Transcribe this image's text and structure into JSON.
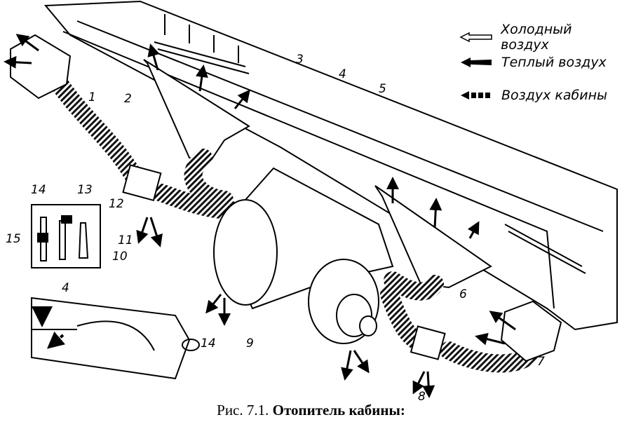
{
  "legend": [
    {
      "icon": "hollow-arrow-icon",
      "label": "Холодный воздух"
    },
    {
      "icon": "solid-arrow-icon",
      "label": "Теплый воздух"
    },
    {
      "icon": "dashed-arrow-icon",
      "label": "Воздух кабины"
    }
  ],
  "callouts": [
    "1",
    "2",
    "3",
    "4",
    "5",
    "6",
    "7",
    "8",
    "9",
    "10",
    "11",
    "12",
    "13",
    "14",
    "15",
    "4",
    "14"
  ],
  "caption": {
    "prefix": "Рис. 7.1.",
    "title": "Отопитель кабины:"
  }
}
